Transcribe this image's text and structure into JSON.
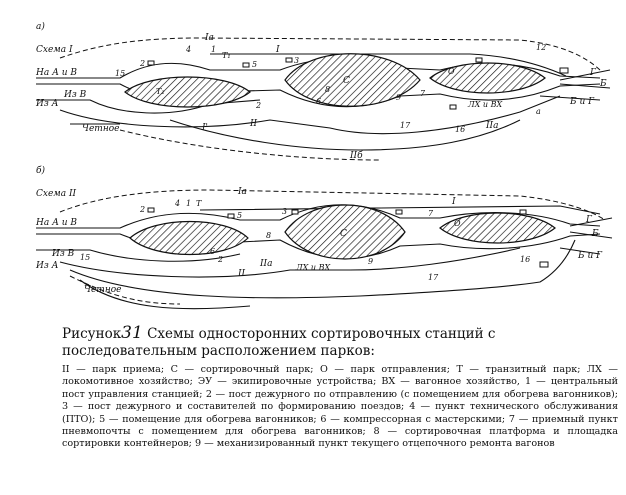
{
  "figure": {
    "label": "Рисунок",
    "number": "31",
    "title": "Схемы односторонних сортировочных станций с последовательным расположением парков:"
  },
  "schemes": [
    {
      "letter": "а)",
      "name": "Схема I",
      "labels": {
        "from_a_and_v": "На А и В",
        "from_a": "Из А",
        "from_v": "Из В",
        "even": "Четное",
        "to_g": "Г",
        "to_b": "Б",
        "to_bg": "Б и Г",
        "loco": "ЛХ и ВХ",
        "park_c": "С",
        "park_ia": "Iа",
        "park_i": "I",
        "park_iprime": "I'",
        "park_ii": "II",
        "park_iia": "IIа",
        "park_iib": "IIб",
        "park_t1": "Т₁",
        "park_t2": "Т₂",
        "park_o": "О",
        "a_small": "а"
      },
      "numbers": [
        "1",
        "2",
        "3",
        "4",
        "5",
        "6",
        "7",
        "8",
        "9",
        "12",
        "15",
        "16",
        "17"
      ]
    },
    {
      "letter": "б)",
      "name": "Схема II",
      "labels": {
        "from_a_and_v": "На А и В",
        "from_a": "Из А",
        "from_v": "Из В",
        "even": "Четное",
        "to_g": "Г",
        "to_b": "Б",
        "to_bg": "Б и Г",
        "loco": "ЛХ и ВХ",
        "park_c": "С",
        "park_ia": "Iа",
        "park_i": "I",
        "park_ii": "II",
        "park_iia": "IIа",
        "park_t": "Т",
        "park_o": "О"
      },
      "numbers": [
        "1",
        "2",
        "3",
        "4",
        "5",
        "6",
        "7",
        "8",
        "9",
        "15",
        "16",
        "17"
      ]
    }
  ],
  "legend": [
    "II — парк приема; С — сортировочный парк; О — парк отправления; Т — транзитный парк; ЛХ — локомотивное хозяйство; ЭУ — экипировочные устройства; ВХ — вагонное хозяйство, 1 — центральный пост управления станцией; 2 — пост дежурного по отправлению (с помещением для обогрева вагонников); 3 — пост дежурного и составителей по формированию поездов; 4 — пункт технического обслуживания (ПТО); 5 — помещение для обогрева вагонников; 6 — компрессорная с мастерскими; 7 — приемный пункт пневмопочты с помещением для обогрева вагонников; 8 — сортировочная платформа и площадка сортировки контейнеров; 9 — механизированный пункт текущего отцепочного ремонта вагонов"
  ]
}
